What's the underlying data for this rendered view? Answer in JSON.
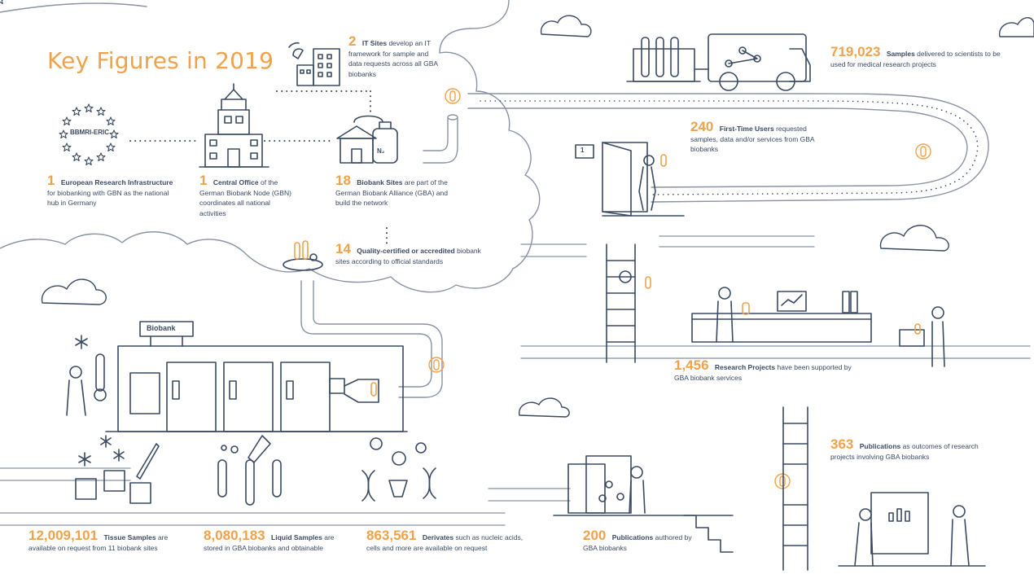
{
  "title": "Key Figures in 2019",
  "labels": {
    "bbmri": "BBMRI-ERIC",
    "biobank": "Biobank",
    "n2": "N₂",
    "door_number": "1"
  },
  "figures": {
    "eri": {
      "number": "1",
      "label": "European Research Infrastructure",
      "text": "for biobanking with GBN as the national hub in Germany"
    },
    "office": {
      "number": "1",
      "label": "Central Office",
      "text": "of the German Biobank Node (GBN) coordinates all national activities"
    },
    "it": {
      "number": "2",
      "label": "IT Sites",
      "text": "develop an IT framework for sample and data requests across all GBA biobanks"
    },
    "sites": {
      "number": "18",
      "label": "Biobank Sites",
      "text": "are part of the German Biobank Alliance (GBA) and build the network"
    },
    "quality": {
      "number": "14",
      "label": "Quality-certified or accredited",
      "text": "biobank sites according to official standards"
    },
    "samples": {
      "number": "719,023",
      "label": "Samples",
      "text": "delivered to scientists to be used for medical research projects"
    },
    "users": {
      "number": "240",
      "label": "First-Time Users",
      "text": "requested samples, data and/or services from GBA biobanks"
    },
    "projects": {
      "number": "1,456",
      "label": "Research Projects",
      "text": "have been supported by GBA biobank services"
    },
    "pubs_out": {
      "number": "363",
      "label": "Publications",
      "text": "as outcomes of research projects involving GBA biobanks"
    },
    "pubs_auth": {
      "number": "200",
      "label": "Publications",
      "text": "authored by GBA biobanks"
    },
    "tissue": {
      "number": "12,009,101",
      "label": "Tissue Samples",
      "text": "are available on request from 11 biobank sites"
    },
    "liquid": {
      "number": "8,080,183",
      "label": "Liquid Samples",
      "text": "are stored in GBA biobanks and obtainable"
    },
    "derivates": {
      "number": "863,561",
      "label": "Derivates",
      "text": "such as nucleic acids, cells and more are available on request"
    }
  },
  "colors": {
    "accent": "#f0a24a",
    "line": "#3a4a63",
    "pipe": "#8893a6"
  }
}
